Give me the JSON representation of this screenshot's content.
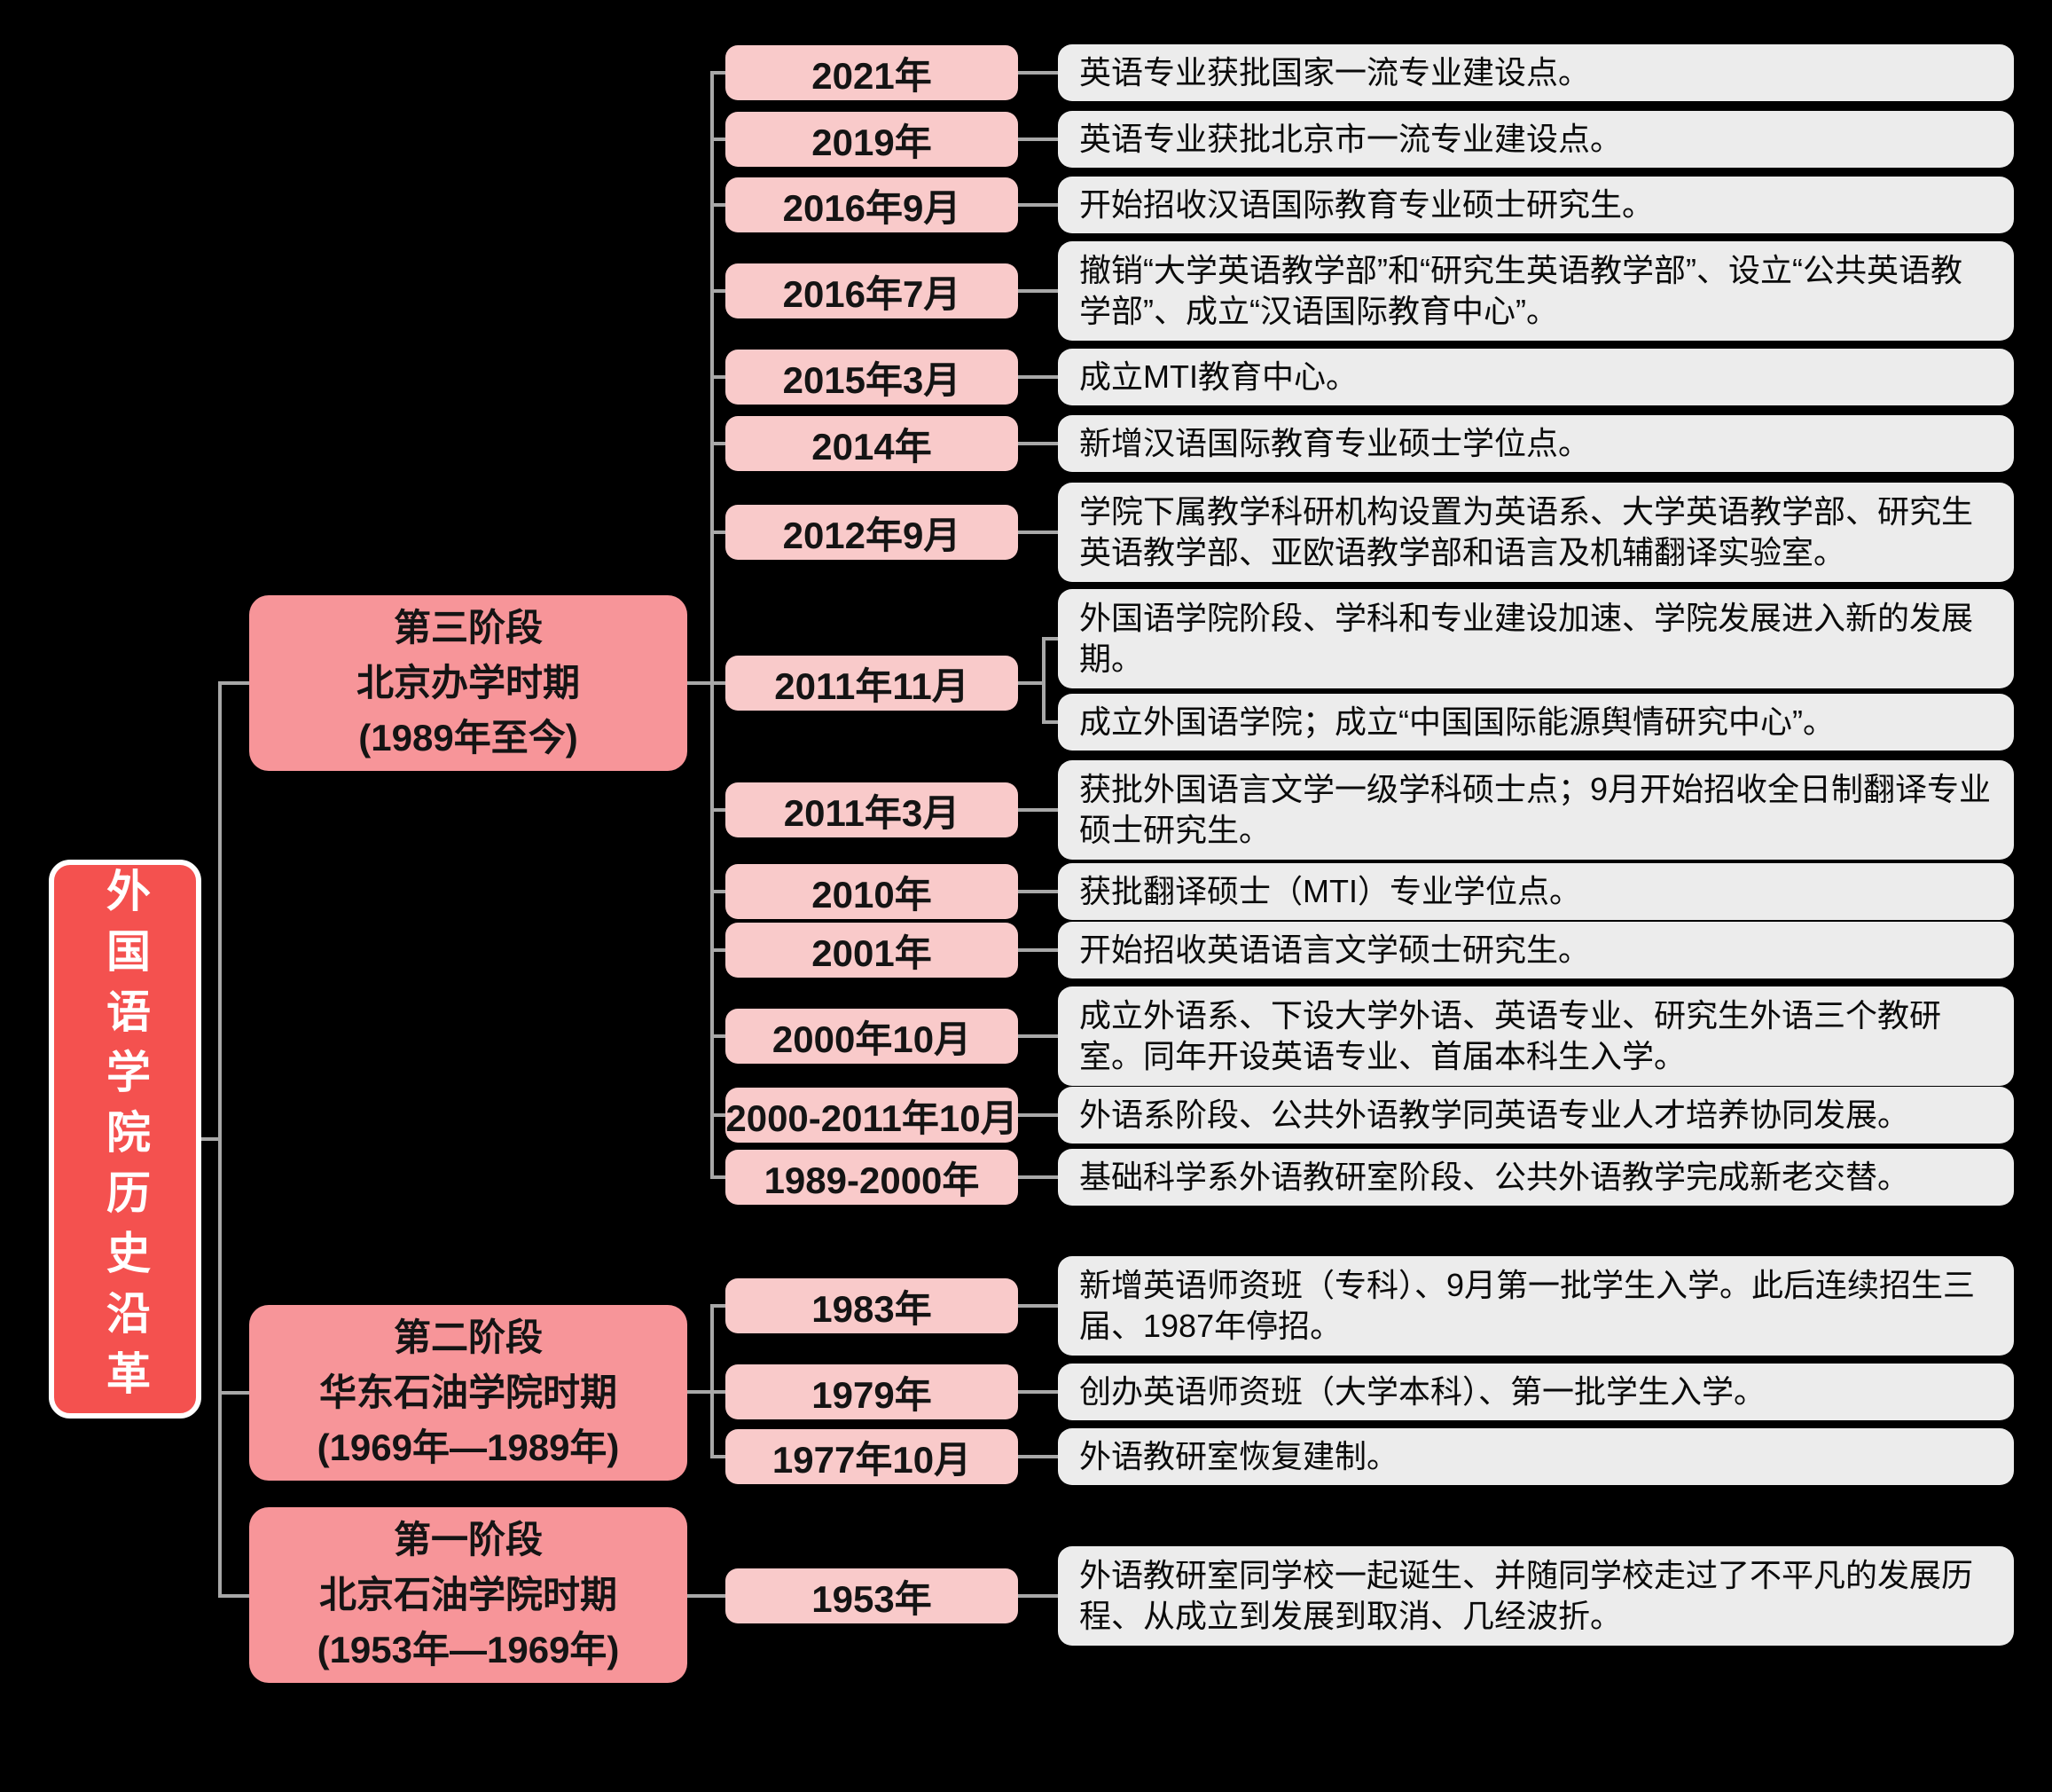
{
  "root": {
    "title": "外国语学院历史沿革"
  },
  "colors": {
    "bg": "#000000",
    "line": "#a8a8a8",
    "root_box": "#f4514f",
    "stage_box": "#f79599",
    "year_box": "#f9caca",
    "desc_box": "#ececec"
  },
  "stages": [
    {
      "label": "第三阶段\n北京办学时期\n(1989年至今)"
    },
    {
      "label": "第二阶段\n华东石油学院时期\n(1969年—1989年)"
    },
    {
      "label": "第一阶段\n北京石油学院时期\n(1953年—1969年)"
    }
  ],
  "rows": [
    {
      "year": "2021年",
      "desc": "英语专业获批国家一流专业建设点。"
    },
    {
      "year": "2019年",
      "desc": "英语专业获批北京市一流专业建设点。"
    },
    {
      "year": "2016年9月",
      "desc": "开始招收汉语国际教育专业硕士研究生。"
    },
    {
      "year": "2016年7月",
      "desc": "撤销“大学英语教学部”和“研究生英语教学部”、设立“公共英语教学部”、成立“汉语国际教育中心”。"
    },
    {
      "year": "2015年3月",
      "desc": "成立MTI教育中心。"
    },
    {
      "year": "2014年",
      "desc": "新增汉语国际教育专业硕士学位点。"
    },
    {
      "year": "2012年9月",
      "desc": "学院下属教学科研机构设置为英语系、大学英语教学部、研究生英语教学部、亚欧语教学部和语言及机辅翻译实验室。"
    },
    {
      "year": "2011年11月",
      "desc": "外国语学院阶段、学科和专业建设加速、学院发展进入新的发展期。",
      "desc2": "成立外国语学院；成立“中国国际能源舆情研究中心”。"
    },
    {
      "year": "2011年3月",
      "desc": "获批外国语言文学一级学科硕士点；9月开始招收全日制翻译专业硕士研究生。"
    },
    {
      "year": "2010年",
      "desc": "获批翻译硕士（MTI）专业学位点。"
    },
    {
      "year": "2001年",
      "desc": "开始招收英语语言文学硕士研究生。"
    },
    {
      "year": "2000年10月",
      "desc": "成立外语系、下设大学外语、英语专业、研究生外语三个教研室。同年开设英语专业、首届本科生入学。"
    },
    {
      "year": "2000-2011年10月",
      "desc": "外语系阶段、公共外语教学同英语专业人才培养协同发展。"
    },
    {
      "year": "1989-2000年",
      "desc": "基础科学系外语教研室阶段、公共外语教学完成新老交替。"
    },
    {
      "year": "1983年",
      "desc": "新增英语师资班（专科）、9月第一批学生入学。此后连续招生三届、1987年停招。"
    },
    {
      "year": "1979年",
      "desc": "创办英语师资班（大学本科）、第一批学生入学。"
    },
    {
      "year": "1977年10月",
      "desc": "外语教研室恢复建制。"
    },
    {
      "year": "1953年",
      "desc": "外语教研室同学校一起诞生、并随同学校走过了不平凡的发展历程、从成立到发展到取消、几经波折。"
    }
  ]
}
